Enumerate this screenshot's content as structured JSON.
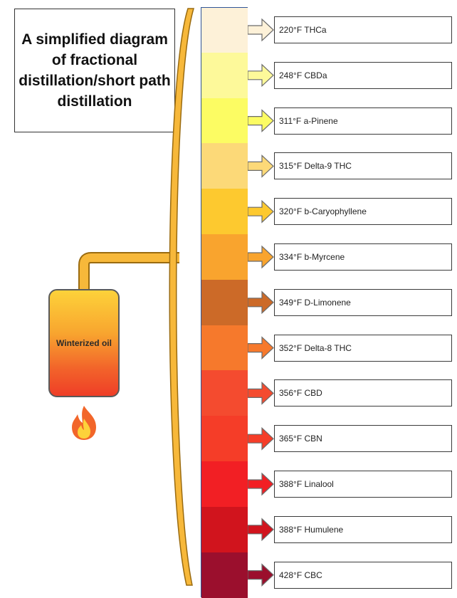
{
  "title": "A simplified diagram of fractional distillation/short path distillation",
  "vessel": {
    "label": "Winterized oil"
  },
  "fractions": [
    {
      "label": "220°F THCa",
      "color": "#fdf1d8"
    },
    {
      "label": "248°F CBDa",
      "color": "#fdf99a"
    },
    {
      "label": "311°F a-Pinene",
      "color": "#fcfc63"
    },
    {
      "label": "315°F Delta-9 THC",
      "color": "#fcd978"
    },
    {
      "label": "320°F b-Caryophyllene",
      "color": "#fdc92f"
    },
    {
      "label": "334°F b-Myrcene",
      "color": "#f9a42e"
    },
    {
      "label": "349°F D-Limonene",
      "color": "#cc6a28"
    },
    {
      "label": "352°F Delta-8 THC",
      "color": "#f6792c"
    },
    {
      "label": "356°F CBD",
      "color": "#f44b2f"
    },
    {
      "label": "365°F CBN",
      "color": "#f53d28"
    },
    {
      "label": "388°F Linalool",
      "color": "#f21f24"
    },
    {
      "label": "388°F Humulene",
      "color": "#d1141d"
    },
    {
      "label": "428°F CBC",
      "color": "#9b0f2d"
    }
  ],
  "colors": {
    "column_outline": "#2f5597",
    "tube": "#f7b83a",
    "tube_outline": "#9a6b10",
    "flame_outer": "#f2662a",
    "flame_inner": "#fdd23a"
  },
  "icons": [
    "flame-icon"
  ]
}
